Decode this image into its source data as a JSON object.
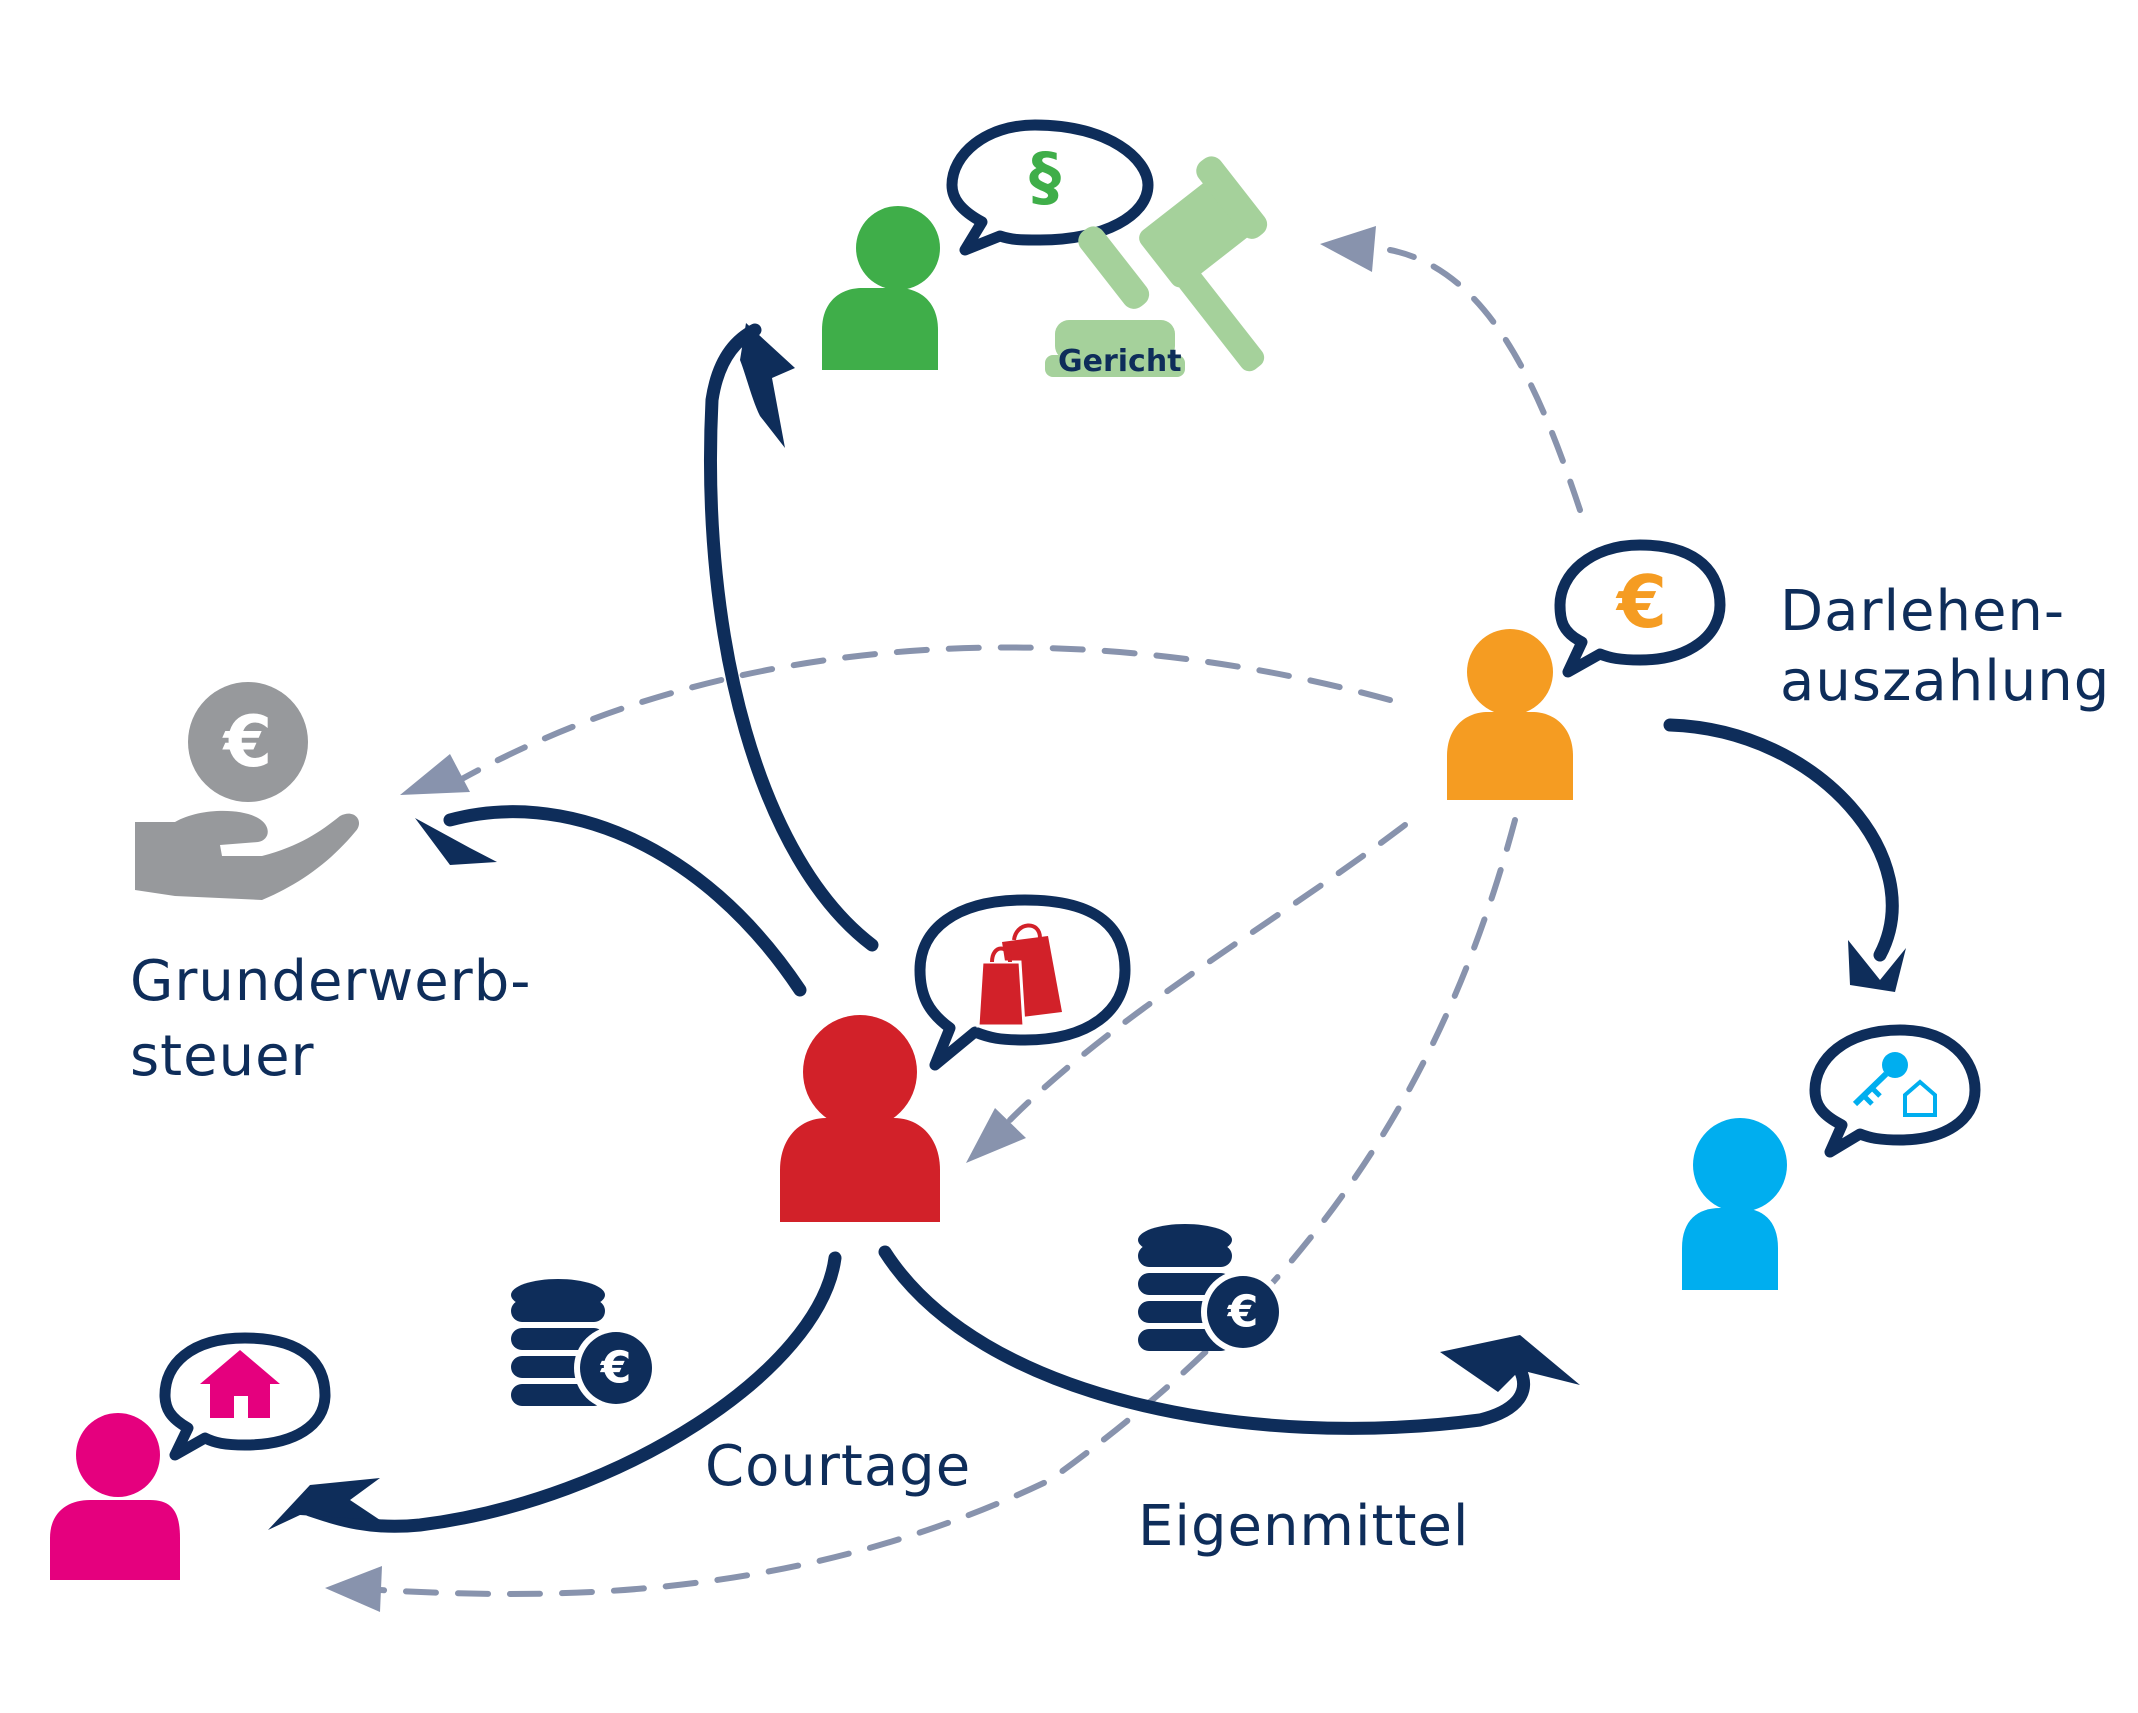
{
  "labels": {
    "gericht": "Gericht",
    "darlehen_line1": "Darlehen-",
    "darlehen_line2": "auszahlung",
    "grunderwerb_line1": "Grunderwerb-",
    "grunderwerb_line2": "steuer",
    "courtage": "Courtage",
    "eigenmittel": "Eigenmittel"
  },
  "symbols": {
    "euro": "€",
    "paragraph": "§"
  },
  "icons": {
    "notary": "person-icon",
    "bank": "person-icon",
    "buyer": "person-icon",
    "seller": "person-icon",
    "broker": "person-icon",
    "tax_office": "hand-with-coin-icon",
    "court": "gavel-icon",
    "coins": "coin-stack-icon",
    "shopping": "shopping-bags-icon",
    "house": "house-icon",
    "key": "key-icon"
  },
  "colors": {
    "navy": "#0e2d5a",
    "dash": "#8893ad",
    "green": "#3fae49",
    "light_green": "#a5d19b",
    "orange": "#f59c22",
    "red": "#d22129",
    "blue": "#00aeef",
    "magenta": "#e5007e",
    "gray": "#97999c"
  }
}
